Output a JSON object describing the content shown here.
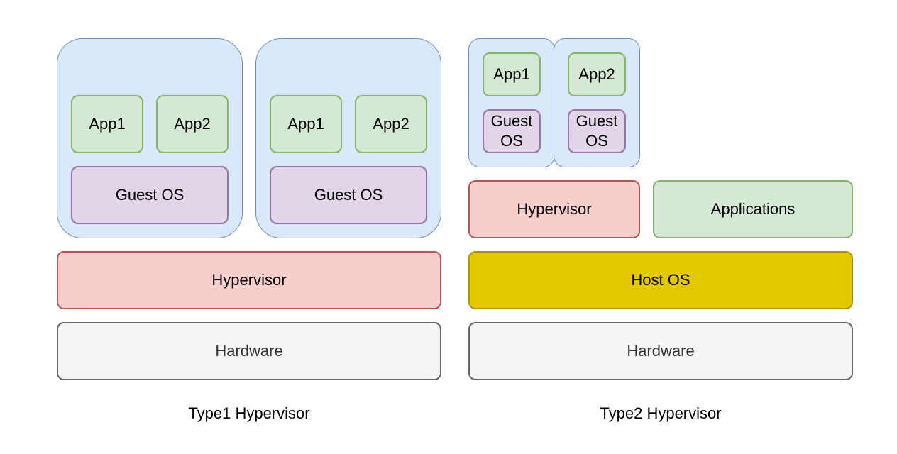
{
  "type1": {
    "vm_left": {
      "app1": "App1",
      "app2": "App2",
      "guest_os": "Guest OS"
    },
    "vm_right": {
      "app1": "App1",
      "app2": "App2",
      "guest_os": "Guest OS"
    },
    "hypervisor": "Hypervisor",
    "hardware": "Hardware",
    "caption": "Type1 Hypervisor"
  },
  "type2": {
    "vm_left": {
      "app": "App1",
      "guest_os": "Guest\nOS"
    },
    "vm_right": {
      "app": "App2",
      "guest_os": "Guest\nOS"
    },
    "hypervisor": "Hypervisor",
    "applications": "Applications",
    "host_os": "Host OS",
    "hardware": "Hardware",
    "caption": "Type2 Hypervisor"
  }
}
